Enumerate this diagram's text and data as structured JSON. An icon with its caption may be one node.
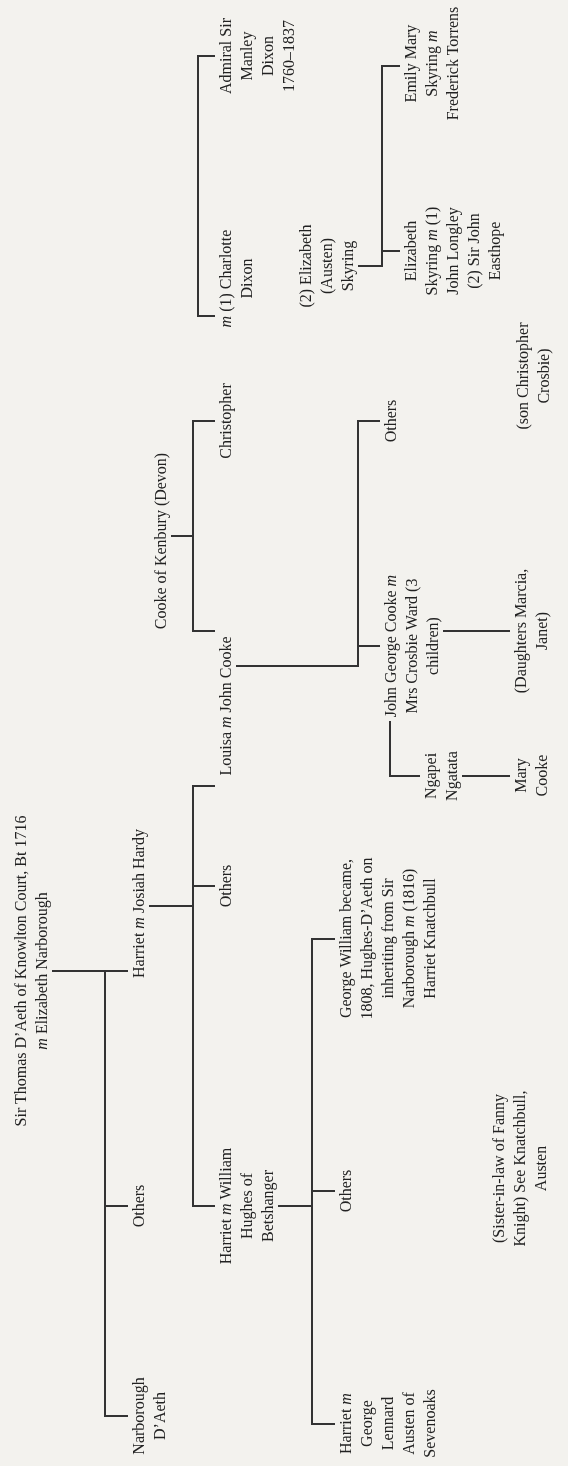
{
  "diagram": {
    "nodes": [
      {
        "text": [
          "Sir Thomas D’Aeth of Knowlton Court, Bt 1716",
          "*m* Elizabeth Narborough"
        ]
      },
      {
        "text": [
          "Narborough D’Aeth"
        ]
      },
      {
        "text": [
          "Others"
        ]
      },
      {
        "text": [
          "Harriet *m* Josiah Hardy"
        ]
      },
      {
        "text": [
          "Cooke of Kenbury (Devon)"
        ]
      },
      {
        "text": [
          "Harriet *m* William Hughes of Betshanger"
        ]
      },
      {
        "text": [
          "Others"
        ]
      },
      {
        "text": [
          "Louisa *m* John Cooke"
        ]
      },
      {
        "text": [
          "Christopher"
        ]
      },
      {
        "text": [
          "*m* (1) Charlotte Dixon"
        ]
      },
      {
        "text": [
          "Admiral Sir Manley Dixon 1760–1837"
        ]
      },
      {
        "text": [
          "(2) Elizabeth (Austen) Skyring"
        ]
      },
      {
        "text": [
          "Harriet *m* George Lennard Austen of Sevenoaks"
        ]
      },
      {
        "text": [
          "Others"
        ]
      },
      {
        "text": [
          "George William became, 1808, Hughes-D’Aeth on inheriting from Sir Narborough *m* (1816) Harriet Knatchbull"
        ]
      },
      {
        "text": [
          "Others"
        ]
      },
      {
        "text": [
          "John George Cooke *m* Mrs Crosbie Ward (3 children)"
        ]
      },
      {
        "text": [
          "Ngapei Ngatata"
        ]
      },
      {
        "text": [
          "Elizabeth Skyring *m* (1) John Longley (2) Sir John Easthope"
        ]
      },
      {
        "text": [
          "Emily Mary Skyring *m* Frederick Torrens"
        ]
      },
      {
        "text": [
          "Mary Cooke"
        ]
      },
      {
        "text": [
          "(Daughters Marcia, Janet)"
        ]
      }
    ],
    "edges": [
      {
        "from": 0,
        "to": 1,
        "arrow": "none"
      },
      {
        "from": 0,
        "to": 2,
        "arrow": "none"
      },
      {
        "from": 0,
        "to": 3,
        "arrow": "none"
      },
      {
        "from": 4,
        "to": 8,
        "arrow": "none"
      },
      {
        "from": 4,
        "to": 7,
        "arrow": "none"
      },
      {
        "from": 3,
        "to": 5,
        "arrow": "none"
      },
      {
        "from": 3,
        "to": 6,
        "arrow": "none"
      },
      {
        "from": 3,
        "to": 7,
        "arrow": "none"
      },
      {
        "from": 9,
        "to": 10,
        "arrow": "none"
      },
      {
        "from": 11,
        "to": 18,
        "arrow": "none"
      },
      {
        "from": 11,
        "to": 19,
        "arrow": "none"
      },
      {
        "from": 5,
        "to": 12,
        "arrow": "none"
      },
      {
        "from": 5,
        "to": 13,
        "arrow": "none"
      },
      {
        "from": 5,
        "to": 14,
        "arrow": "none"
      },
      {
        "from": 7,
        "to": 16,
        "arrow": "none"
      },
      {
        "from": 7,
        "to": 15,
        "arrow": "none"
      },
      {
        "from": 16,
        "to": 17,
        "arrow": "none"
      },
      {
        "from": 17,
        "to": 20,
        "arrow": "none"
      },
      {
        "from": 16,
        "to": 21,
        "arrow": "none"
      }
    ],
    "labels": [
      "(Sister-in-law of Fanny Knight) See Knatchbull, Austen",
      "(son Christopher Crosbie)"
    ]
  }
}
